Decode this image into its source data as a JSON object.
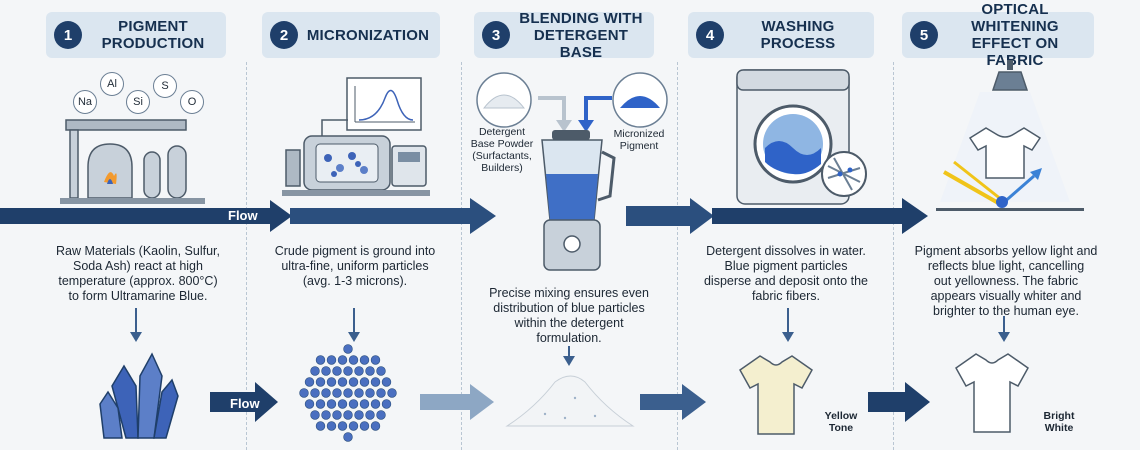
{
  "steps": [
    {
      "num": "1",
      "title_line1": "PIGMENT",
      "title_line2": "PRODUCTION",
      "desc": [
        "Raw Materials (Kaolin, Sulfur,",
        "Soda Ash) react at high",
        "temperature (approx. 800°C)",
        "to form Ultramarine Blue."
      ]
    },
    {
      "num": "2",
      "title_line1": "MICRONIZATION",
      "title_line2": "",
      "desc": [
        "Crude pigment is ground into",
        "ultra-fine, uniform particles",
        "(avg. 1-3 microns)."
      ]
    },
    {
      "num": "3",
      "title_line1": "BLENDING WITH",
      "title_line2": "DETERGENT BASE",
      "desc": [
        "Precise mixing ensures even",
        "distribution of blue particles",
        "within the detergent",
        "formulation."
      ]
    },
    {
      "num": "4",
      "title_line1": "WASHING PROCESS",
      "title_line2": "",
      "desc": [
        "Detergent dissolves in water.",
        "Blue pigment particles",
        "disperse and deposit onto the",
        "fabric fibers."
      ]
    },
    {
      "num": "5",
      "title_line1": "OPTICAL WHITENING",
      "title_line2": "EFFECT ON FABRIC",
      "desc": [
        "Pigment absorbs yellow light and",
        "reflects blue light, cancelling",
        "out yellowness. The fabric",
        "appears visually whiter and",
        "brighter to the human eye."
      ]
    }
  ],
  "elements": [
    "Na",
    "Al",
    "Si",
    "S",
    "O"
  ],
  "flow_label_top": "Flow",
  "flow_label_bottom": "Flow",
  "blend_labels": {
    "base_line1": "Detergent",
    "base_line2": "Base Powder",
    "base_line3": "(Surfactants,",
    "base_line4": "Builders)",
    "pigment_line1": "Micronized",
    "pigment_line2": "Pigment"
  },
  "shirt_labels": {
    "yellow_line1": "Yellow",
    "yellow_line2": "Tone",
    "bright_line1": "Bright",
    "bright_line2": "White"
  },
  "colors": {
    "navy": "#1f3f6a",
    "arrow": "#2b4f7e",
    "header_bg": "#dbe6f0",
    "pigment_blue": "#3d63b8",
    "shirt_yellow": "#f4efcf"
  }
}
